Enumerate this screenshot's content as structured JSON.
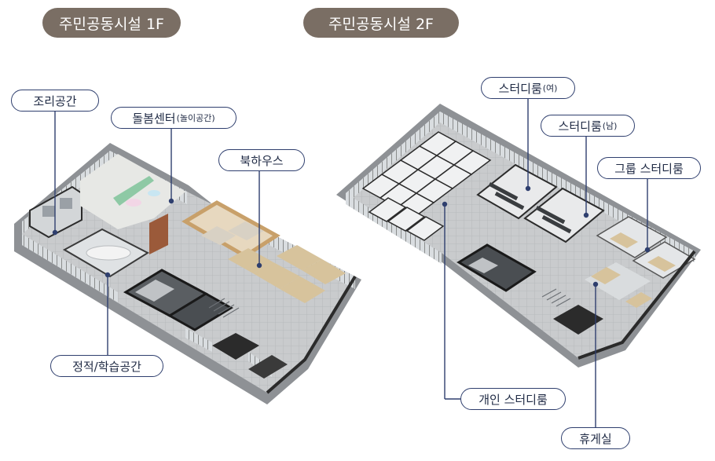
{
  "floors": {
    "f1": {
      "title": "주민공동시설 1F"
    },
    "f2": {
      "title": "주민공동시설 2F"
    }
  },
  "labels_1f": {
    "kitchen": "조리공간",
    "care_center": "돌봄센터",
    "care_center_sub": "(놀이공간)",
    "book_house": "북하우스",
    "study_space": "정적/학습공간"
  },
  "labels_2f": {
    "study_women": "스터디룸",
    "study_women_sub": "(여)",
    "study_men": "스터디룸",
    "study_men_sub": "(남)",
    "group_study": "그룹 스터디룸",
    "personal_study": "개인 스터디룸",
    "lounge": "휴게실"
  },
  "colors": {
    "tag_bg": "#7a6e64",
    "label_border": "#2f3f6e",
    "wall_dark": "#2b2b2b",
    "floor_gray": "#b9bcbf",
    "wood": "#c8a06a"
  }
}
